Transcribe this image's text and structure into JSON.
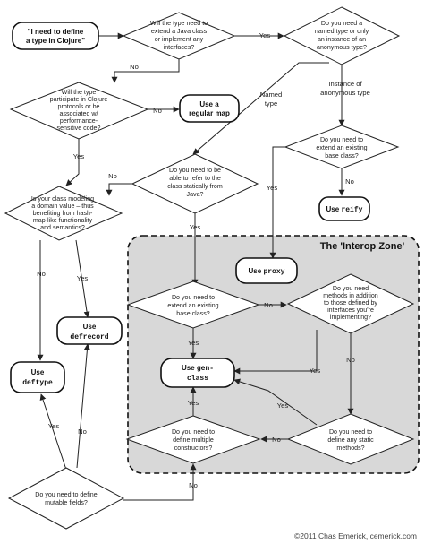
{
  "start": {
    "lines": [
      "\"I need to define",
      "a type in Clojure\""
    ]
  },
  "questions": {
    "q_extend_java": [
      "Will the type need to",
      "extend a Java class",
      "or implement any",
      "interfaces?"
    ],
    "q_named_or_anon": [
      "Do you need a",
      "named type or only",
      "an instance of an",
      "anonymous type?"
    ],
    "q_protocols": [
      "Will the type",
      "participate in Clojure",
      "protocols or be",
      "associated w/",
      "performance-",
      "sensitive code?"
    ],
    "q_anon_extend": [
      "Do you need to",
      "extend an existing",
      "base class?"
    ],
    "q_refer_static": [
      "Do you need to be",
      "able to refer to the",
      "class statically from",
      "Java?"
    ],
    "q_domain_value": [
      "Is your class modeling",
      "a domain value – thus",
      "benefiting from hash-",
      "map-like functionality",
      "and semantics?"
    ],
    "q_zone_extend": [
      "Do you need to",
      "extend an existing",
      "base class?"
    ],
    "q_methods_addition": [
      "Do you need",
      "methods in addition",
      "to those defined by",
      "interfaces you're",
      "implementing?"
    ],
    "q_constructors": [
      "Do you need to",
      "define multiple",
      "constructors?"
    ],
    "q_static_methods": [
      "Do you need to",
      "define any static",
      "methods?"
    ],
    "q_mutable": [
      "Do you need to define",
      "mutable fields?"
    ]
  },
  "terminals": {
    "regular_map": {
      "lines": [
        "Use a",
        "regular map"
      ]
    },
    "reify": {
      "prefix": "Use ",
      "code": "reify"
    },
    "proxy": {
      "prefix": "Use ",
      "code": "proxy"
    },
    "defrecord": {
      "prefix": "Use",
      "code": "defrecord"
    },
    "deftype": {
      "prefix": "Use",
      "code": "deftype"
    },
    "gen_class": {
      "prefix": "Use ",
      "code": "gen-",
      "code2": "class"
    }
  },
  "edge_labels": {
    "yes": "Yes",
    "no": "No",
    "named_type": [
      "Named",
      "type"
    ],
    "instance_anon": [
      "Instance of",
      "anonymous type"
    ]
  },
  "zone": {
    "title": "The 'Interop Zone'"
  },
  "credit": "©2011 Chas Emerick, cemerick.com"
}
